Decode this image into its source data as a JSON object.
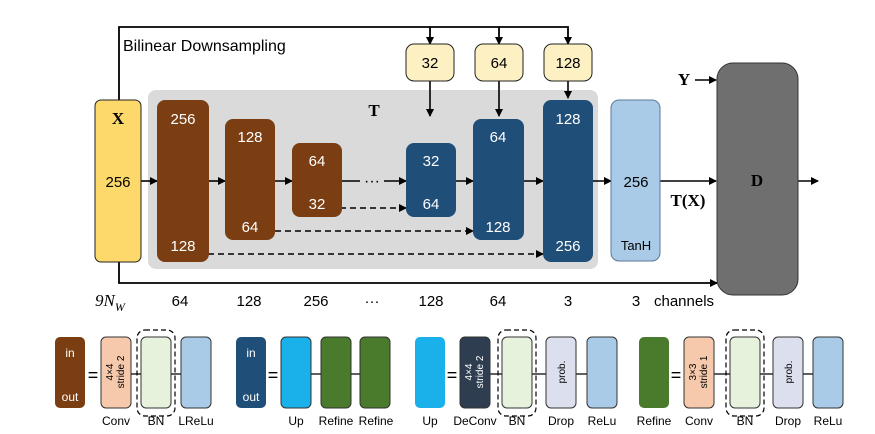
{
  "top": {
    "bilinear_label": "Bilinear Downsampling",
    "x_label": "X",
    "x_value": "256",
    "t_label": "T",
    "y_label": "Y",
    "d_label": "D",
    "tx_label": "T(X)",
    "tanh_value": "256",
    "tanh_label": "TanH",
    "dots": "···",
    "encoder": [
      {
        "top": "256",
        "bottom": "128"
      },
      {
        "top": "128",
        "bottom": "64"
      },
      {
        "top": "64",
        "bottom": "32"
      }
    ],
    "decoder": [
      {
        "top": "32",
        "bottom": "64",
        "side": "32"
      },
      {
        "top": "64",
        "bottom": "128",
        "side": "64"
      },
      {
        "top": "128",
        "bottom": "256",
        "side": "128"
      }
    ]
  },
  "channels": {
    "first_main": "9",
    "first_sub": "W",
    "values": [
      "64",
      "128",
      "256",
      "···",
      "128",
      "64",
      "3"
    ],
    "last_value": "3",
    "last_label": "channels"
  },
  "legend": {
    "eq": "=",
    "enc": {
      "in": "in",
      "out": "out",
      "conv_text_1": "4×4",
      "conv_text_2": "stride 2",
      "labels": [
        "Conv",
        "BN",
        "LReLu"
      ]
    },
    "dec": {
      "in": "in",
      "out": "out",
      "labels": [
        "Up",
        "Refine",
        "Refine"
      ]
    },
    "up": {
      "deconv_text_1": "4×4",
      "deconv_text_2": "stride 2",
      "prob": "prob.",
      "labels": [
        "Up",
        "DeConv",
        "BN",
        "Drop",
        "ReLu"
      ]
    },
    "refine": {
      "conv_text_1": "3×3",
      "conv_text_2": "stride 1",
      "prob": "prob.",
      "labels": [
        "Refine",
        "Conv",
        "BN",
        "Drop",
        "ReLu"
      ]
    }
  },
  "colors": {
    "brown": "#7a3e12",
    "navy": "#1f4e79",
    "yellow": "#fdd96b",
    "cream": "#fdf1c4",
    "lightblue": "#a9cbe8",
    "gray": "#dadada",
    "dark": "#6f6f6f",
    "cyan": "#1ab0ea",
    "green": "#4a7a2c",
    "peach": "#f6c9ac",
    "bn": "#e6f2dc",
    "prob": "#dcdfee",
    "deconv": "#2e3e50"
  }
}
